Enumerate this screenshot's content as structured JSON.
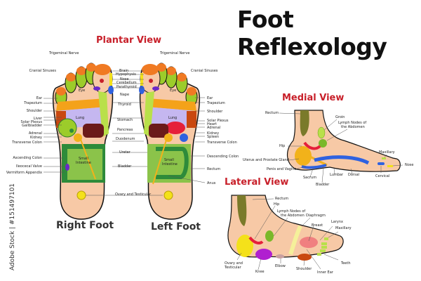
{
  "title": "Foot Reflexology",
  "watermark": "Adobe Stock | #151497101",
  "colors": {
    "skin": "#f7c9a6",
    "outline": "#111111",
    "title_red": "#c8202a",
    "toe_orange": "#f07a23",
    "lime": "#9ccc2a",
    "lung": "#c5b7f0",
    "green_dark": "#2e8b3a",
    "yellow": "#f4e11a",
    "blue": "#2f62e0",
    "maroon": "#6b1a1a",
    "red": "#e5203a"
  },
  "plantar": {
    "heading": "Plantar View",
    "right_foot_label": "Right Foot",
    "left_foot_label": "Left Foot",
    "right_left_labels": [
      "Cranial Sinuses",
      "Ear",
      "Trapezium",
      "Shoulder",
      "Liver",
      "Solar Plexus",
      "Gallbladder",
      "Adrenal",
      "Kidney",
      "Transverse Colon",
      "Ascending Colon",
      "Ileocecal Valve",
      "Vermiform Appendix"
    ],
    "top_labels": [
      "Trigeminal Nerve",
      "Trigeminal Nerve"
    ],
    "center_labels": [
      "Brain",
      "Hypophysis",
      "Nose",
      "Cerebellum",
      "Parathyroid",
      "Nape",
      "Thyroid",
      "Stomach",
      "Pancreas",
      "Duodenum",
      "Ureter",
      "Bladder",
      "Ovary and Testicular"
    ],
    "left_right_labels": [
      "Cranial Sinuses",
      "Ear",
      "Trapezium",
      "Shoulder",
      "Solar Plexus",
      "Heart",
      "Adrenal",
      "Kidney",
      "Spleen",
      "Transverse Colon",
      "Descending Colon",
      "Rectum",
      "Anus"
    ],
    "region_labels": {
      "lung": "Lung",
      "eye": "Eye",
      "small_intestine_1": "Small",
      "small_intestine_2": "Intestine"
    }
  },
  "medial": {
    "heading": "Medial View",
    "labels": [
      "Rectum",
      "Groin",
      "Lymph Nodes of",
      "the Abdomen",
      "Hip",
      "Uterus and Prostate Gland",
      "Penis and Vagina",
      "Sacrum",
      "Bladder",
      "Lumbar",
      "Dorsal",
      "Cervical",
      "Maxillary",
      "Nose"
    ]
  },
  "lateral": {
    "heading": "Lateral View",
    "labels": [
      "Rectum",
      "Hip",
      "Lymph Nodes of",
      "the Abdomen",
      "Diaphragm",
      "Breast",
      "Larynx",
      "Maxillary",
      "Teeth",
      "Ovary and",
      "Testicular",
      "Knee",
      "Elbow",
      "Shoulder",
      "Inner Ear"
    ]
  }
}
